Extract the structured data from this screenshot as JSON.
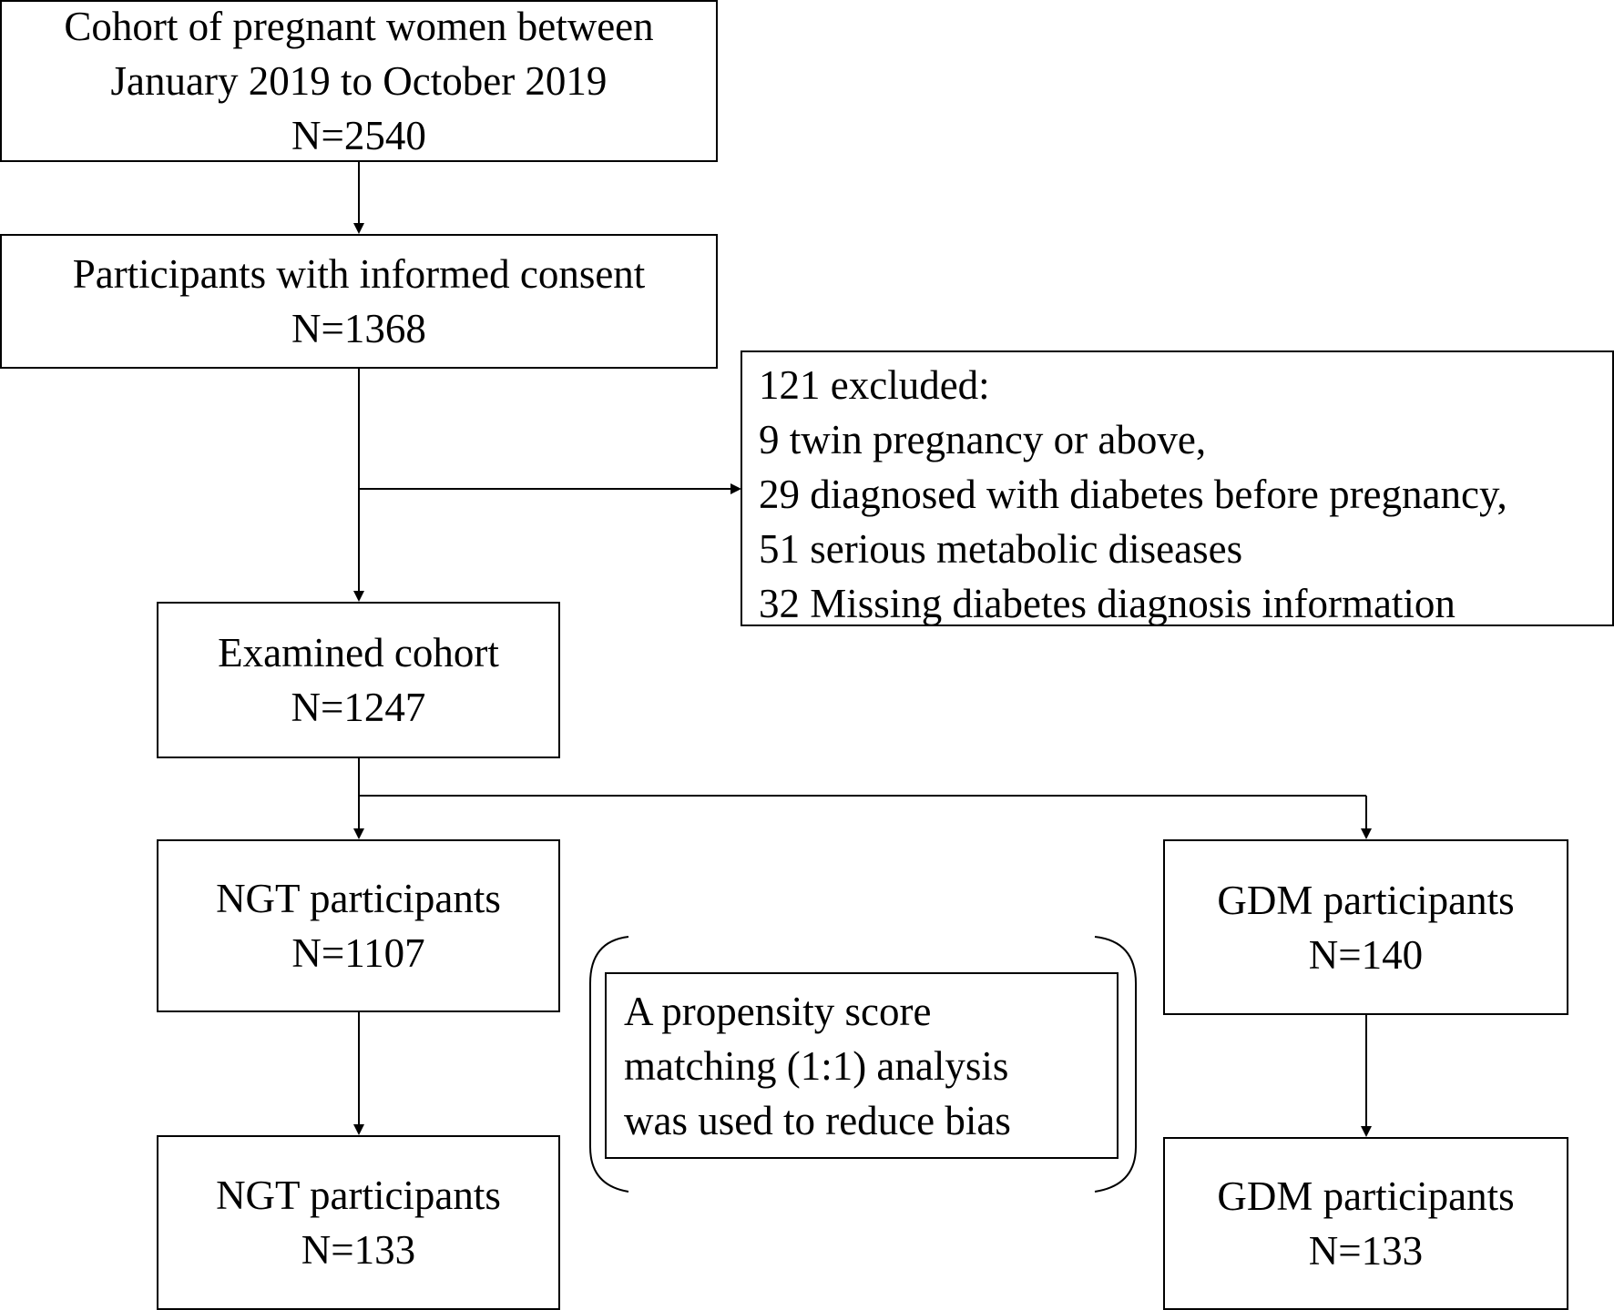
{
  "boxes": {
    "cohort": {
      "lines": [
        "Cohort of pregnant women between",
        "January 2019 to October 2019",
        "N=2540"
      ]
    },
    "consent": {
      "lines": [
        "Participants with informed consent",
        "N=1368"
      ]
    },
    "excluded": {
      "lines": [
        "121 excluded:",
        "9 twin pregnancy or above,",
        "29 diagnosed with diabetes before pregnancy,",
        "51 serious metabolic diseases",
        "32 Missing diabetes diagnosis information"
      ]
    },
    "examined": {
      "lines": [
        "Examined cohort",
        "N=1247"
      ]
    },
    "ngt_all": {
      "lines": [
        "NGT participants",
        "N=1107"
      ]
    },
    "gdm_all": {
      "lines": [
        "GDM participants",
        "N=140"
      ]
    },
    "psm_note": {
      "lines": [
        "A propensity score",
        "matching (1:1) analysis",
        "was used to reduce bias"
      ]
    },
    "ngt_matched": {
      "lines": [
        "NGT participants",
        "N=133"
      ]
    },
    "gdm_matched": {
      "lines": [
        "GDM participants",
        "N=133"
      ]
    }
  },
  "colors": {
    "stroke": "#000000",
    "background": "#ffffff"
  }
}
